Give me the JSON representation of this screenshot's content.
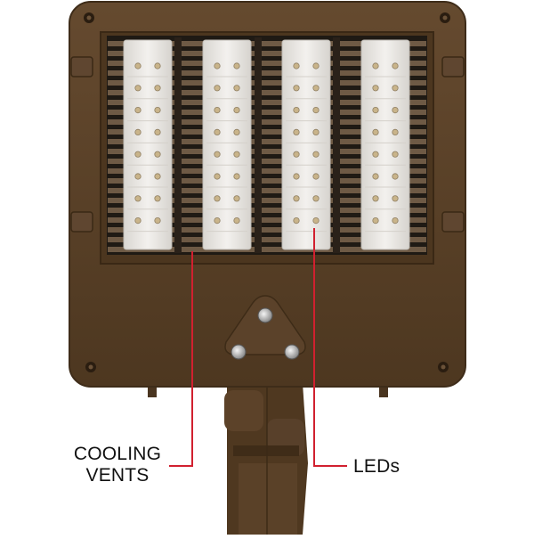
{
  "figure": {
    "subject": "LED area light fixture",
    "colors": {
      "housing": "#5a4128",
      "housing_dark": "#3a2a18",
      "led_panel": "#e9e6e1",
      "leader_line": "#d1202f"
    },
    "led_panels": {
      "count": 4,
      "leds_per_column": 8,
      "columns_per_panel": 2
    },
    "callouts": [
      {
        "id": "vents",
        "line1": "COOLING",
        "line2": "VENTS",
        "color": "#d1202f"
      },
      {
        "id": "leds",
        "text": "LEDs",
        "color": "#d1202f"
      }
    ]
  }
}
